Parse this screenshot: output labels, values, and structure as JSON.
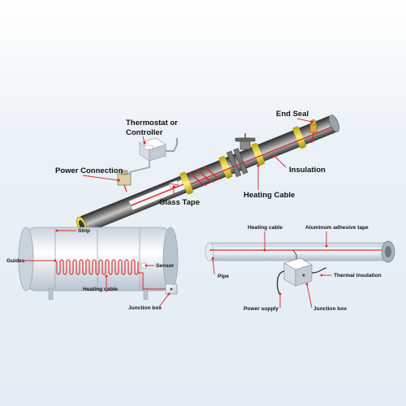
{
  "labels": {
    "end_seal": "End Seal",
    "thermostat_line1": "Thermostat or",
    "thermostat_line2": "Controller",
    "power_connection": "Power Connection",
    "insulation": "Insulation",
    "glass_tape": "Glass Tape",
    "heating_cable_top": "Heating Cable",
    "strip": "Strip",
    "guides": "Guides",
    "sensor": "Sensor",
    "heating_cable_tank": "Heating cable",
    "junction_box_tank": "Junction box",
    "heating_cable_pipe": "Heating cable",
    "aluminum_tape": "Aluminum adhesive tape",
    "pipe": "Pipe",
    "thermal_insulation": "Thermal insulation",
    "power_supply": "Power supply",
    "junction_box_pipe": "Junction box"
  },
  "colors": {
    "heating_cable": "#e02222",
    "insulation_band": "#f2e23a",
    "pipe_steel": "#4a4a4a",
    "background": "#e3ecf4",
    "label_text": "#111111"
  },
  "icons": {
    "thermostat": "thermostat-box",
    "power_connection": "junction-box",
    "end_seal": "end-seal-cap"
  }
}
